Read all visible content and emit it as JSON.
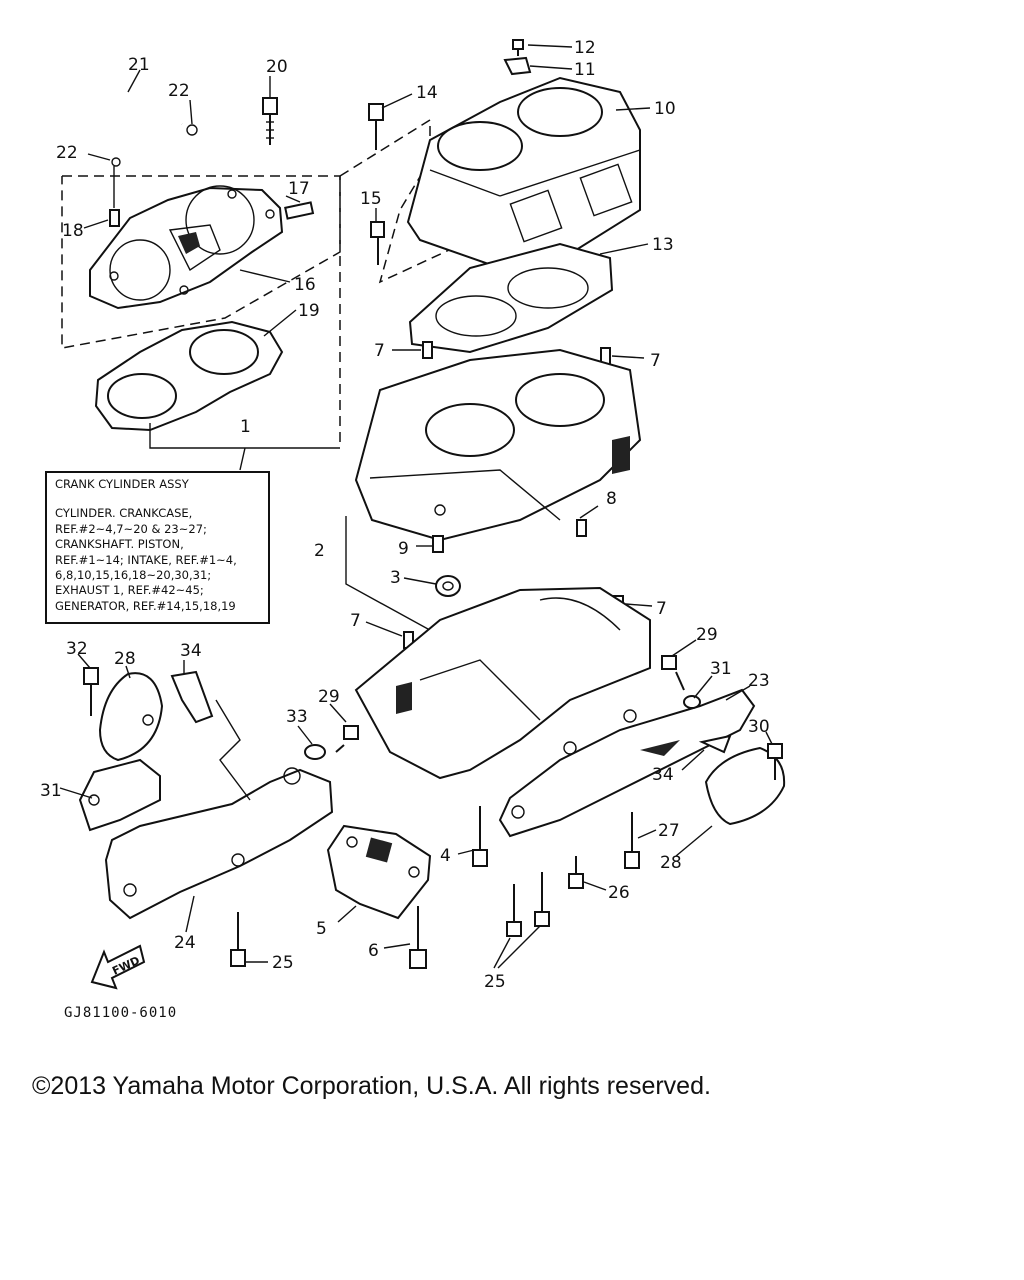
{
  "diagram_code": "GJ81100-6010",
  "fwd_label": "FWD",
  "info_box": {
    "title": "CRANK CYLINDER ASSY",
    "lines": [
      "CYLINDER. CRANKCASE,",
      "REF.#2~4,7~20 & 23~27;",
      "CRANKSHAFT. PISTON,",
      "REF.#1~14; INTAKE, REF.#1~4,",
      "6,8,10,15,16,18~20,30,31;",
      "EXHAUST 1, REF.#42~45;",
      "GENERATOR, REF.#14,15,18,19"
    ]
  },
  "copyright": "©2013 Yamaha Motor Corporation, U.S.A. All rights reserved.",
  "callouts": {
    "n1": "1",
    "n2": "2",
    "n3": "3",
    "n4": "4",
    "n5": "5",
    "n6": "6",
    "n7a": "7",
    "n7b": "7",
    "n7c": "7",
    "n7d": "7",
    "n8": "8",
    "n9": "9",
    "n10": "10",
    "n11": "11",
    "n12": "12",
    "n13": "13",
    "n14": "14",
    "n15": "15",
    "n16": "16",
    "n17": "17",
    "n18": "18",
    "n19": "19",
    "n20": "20",
    "n21": "21",
    "n22a": "22",
    "n22b": "22",
    "n23": "23",
    "n24": "24",
    "n25a": "25",
    "n25b": "25",
    "n26": "26",
    "n27": "27",
    "n28a": "28",
    "n28b": "28",
    "n29a": "29",
    "n29b": "29",
    "n30": "30",
    "n31a": "31",
    "n31b": "31",
    "n32": "32",
    "n33": "33",
    "n34a": "34",
    "n34b": "34"
  }
}
